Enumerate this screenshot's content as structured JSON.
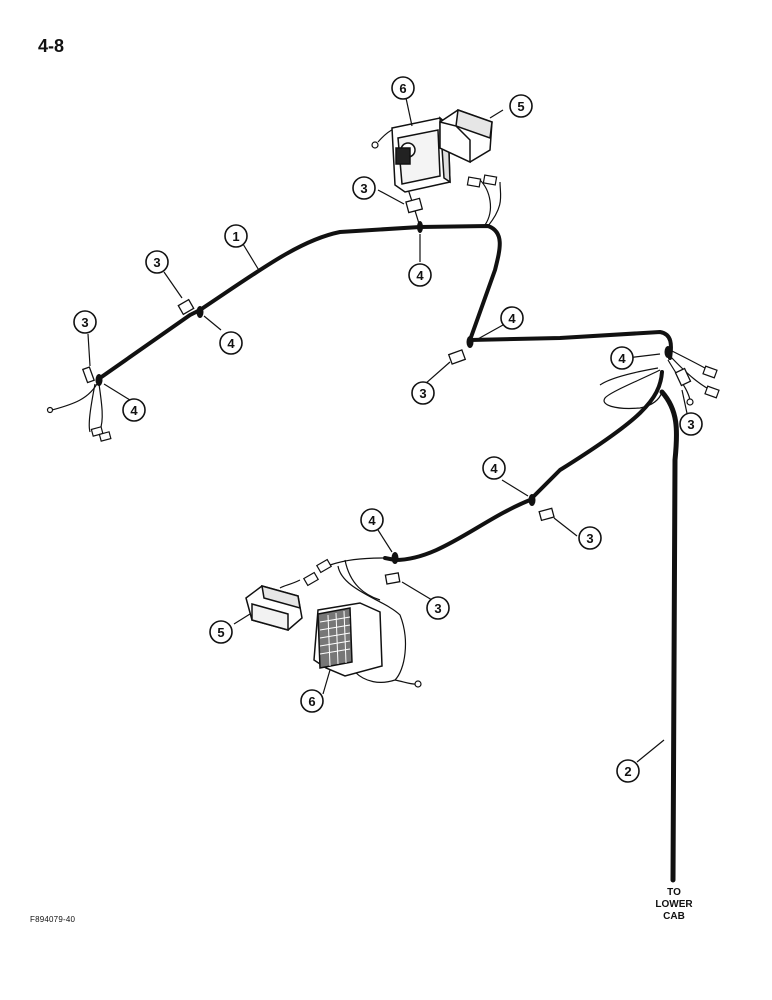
{
  "page": {
    "page_number": "4-8",
    "figure_code": "F894079-40"
  },
  "callouts": [
    {
      "id": "c1",
      "label": "1"
    },
    {
      "id": "c2",
      "label": "2"
    },
    {
      "id": "c3a",
      "label": "3"
    },
    {
      "id": "c3b",
      "label": "3"
    },
    {
      "id": "c3c",
      "label": "3"
    },
    {
      "id": "c3d",
      "label": "3"
    },
    {
      "id": "c3e",
      "label": "3"
    },
    {
      "id": "c3f",
      "label": "3"
    },
    {
      "id": "c3g",
      "label": "3"
    },
    {
      "id": "c4a",
      "label": "4"
    },
    {
      "id": "c4b",
      "label": "4"
    },
    {
      "id": "c4c",
      "label": "4"
    },
    {
      "id": "c4d",
      "label": "4"
    },
    {
      "id": "c4e",
      "label": "4"
    },
    {
      "id": "c4f",
      "label": "4"
    },
    {
      "id": "c4g",
      "label": "4"
    },
    {
      "id": "c5a",
      "label": "5"
    },
    {
      "id": "c5b",
      "label": "5"
    },
    {
      "id": "c6a",
      "label": "6"
    },
    {
      "id": "c6b",
      "label": "6"
    }
  ],
  "note": {
    "line1": "TO",
    "line2": "LOWER",
    "line3": "CAB"
  }
}
